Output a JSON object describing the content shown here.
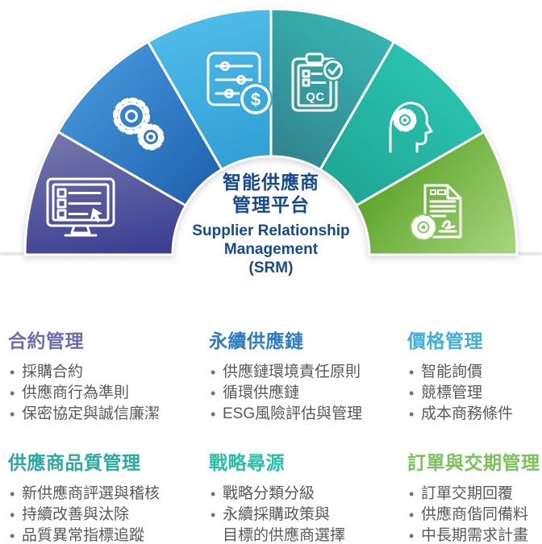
{
  "center": {
    "title_zh": "智能供應商\n管理平台",
    "title_en": "Supplier Relationship\nManagement\n(SRM)",
    "text_color": "#17498F"
  },
  "arch": {
    "baseline_color": "#E7E7EA",
    "segments": [
      {
        "label": "contract-management",
        "icon": "monitor-checklist-icon",
        "from": "#7173AA",
        "to": "#3C4092"
      },
      {
        "label": "sustainable-supply-chain",
        "icon": "gears-icon",
        "from": "#4190D6",
        "to": "#2063AF"
      },
      {
        "label": "price-management",
        "icon": "price-sliders-icon",
        "from": "#4DBAE8",
        "to": "#2F9FD4",
        "badge": "#3AAADD",
        "dollar_label": "$"
      },
      {
        "label": "supplier-quality",
        "icon": "qc-clipboard-icon",
        "from": "#31808E",
        "to": "#36B3AE",
        "badge": "#2FA2A0",
        "qc_label": "QC"
      },
      {
        "label": "strategic-sourcing",
        "icon": "head-gear-icon",
        "from": "#1FA896",
        "to": "#2AC5B1"
      },
      {
        "label": "order-delivery",
        "icon": "contract-document-icon",
        "from": "#5FA62C",
        "to": "#AAD680",
        "badge": "#8BC75E"
      }
    ]
  },
  "sections": [
    {
      "title": "合約管理",
      "color": "#6B6EAE",
      "bullets": [
        "採購合約",
        "供應商行為準則",
        "保密協定與誠信廉潔"
      ]
    },
    {
      "title": "永續供應鏈",
      "color": "#2F7CC6",
      "bullets": [
        "供應鏈環境責任原則",
        "循環供應鏈",
        "ESG風險評估與管理"
      ]
    },
    {
      "title": "價格管理",
      "color": "#41AEE1",
      "bullets": [
        "智能詢價",
        "競標管理",
        "成本商務條件"
      ]
    },
    {
      "title": "供應商品質管理",
      "color": "#2EA8A3",
      "bullets": [
        "新供應商評選與稽核",
        "持續改善與汰除",
        "品質異常指標追蹤"
      ]
    },
    {
      "title": "戰略尋源",
      "color": "#27BFA7",
      "bullets": [
        "戰略分類分級",
        "永續採購政策與\n目標的供應商選擇"
      ]
    },
    {
      "title": "訂單與交期管理",
      "color": "#7CC25B",
      "bullets": [
        "訂單交期回覆",
        "供應商偕同備料",
        "中長期需求計畫"
      ]
    }
  ]
}
